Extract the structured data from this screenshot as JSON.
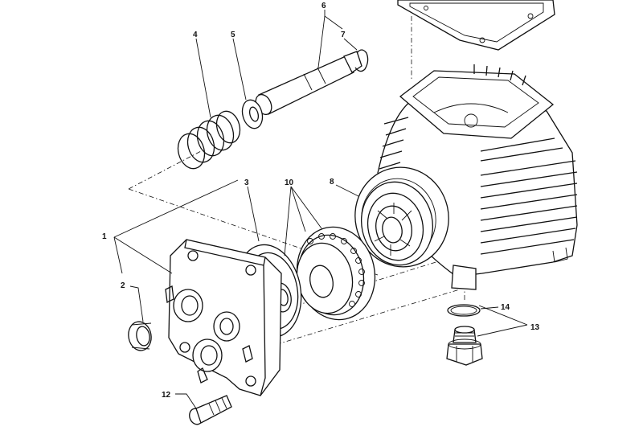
{
  "callouts": {
    "c1": "1",
    "c2": "2",
    "c3": "3",
    "c4": "4",
    "c5": "5",
    "c6": "6",
    "c7": "7",
    "c8": "8",
    "c10": "10",
    "c12": "12",
    "c13": "13",
    "c14": "14"
  }
}
